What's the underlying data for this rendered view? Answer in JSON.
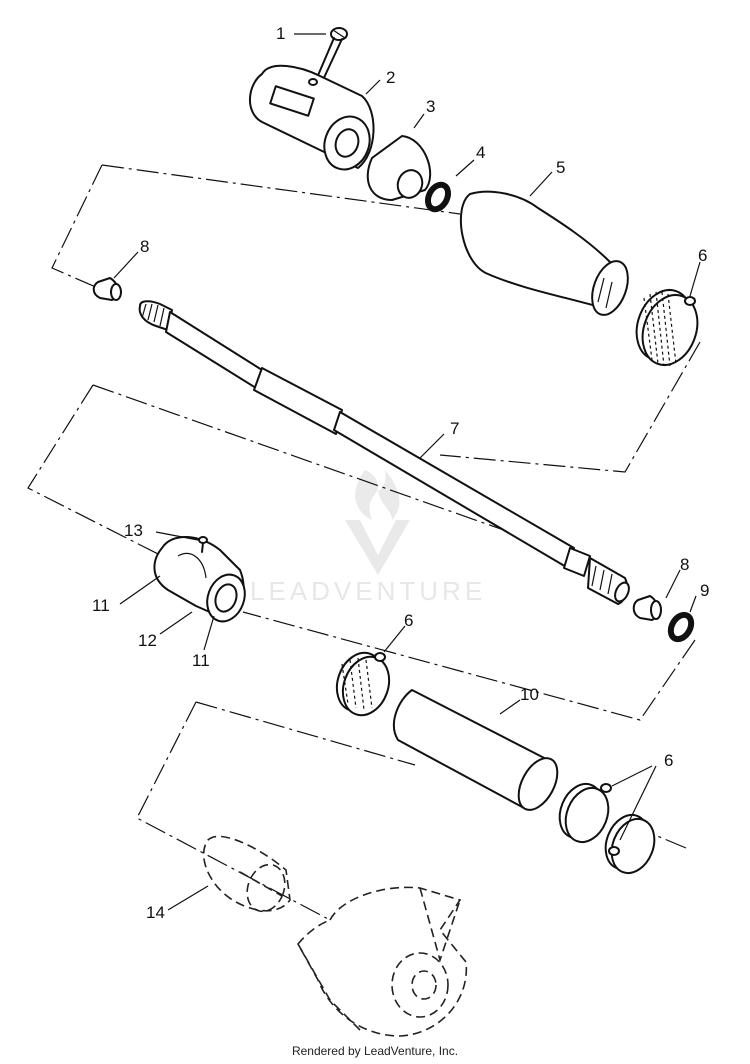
{
  "diagram": {
    "callouts": [
      {
        "id": "c1",
        "text": "1"
      },
      {
        "id": "c2",
        "text": "2"
      },
      {
        "id": "c3",
        "text": "3"
      },
      {
        "id": "c4",
        "text": "4"
      },
      {
        "id": "c5",
        "text": "5"
      },
      {
        "id": "c6a",
        "text": "6"
      },
      {
        "id": "c8a",
        "text": "8"
      },
      {
        "id": "c7",
        "text": "7"
      },
      {
        "id": "c13",
        "text": "13"
      },
      {
        "id": "c11a",
        "text": "11"
      },
      {
        "id": "c12",
        "text": "12"
      },
      {
        "id": "c11b",
        "text": "11"
      },
      {
        "id": "c6b",
        "text": "6"
      },
      {
        "id": "c8b",
        "text": "8"
      },
      {
        "id": "c9",
        "text": "9"
      },
      {
        "id": "c10",
        "text": "10"
      },
      {
        "id": "c6c",
        "text": "6"
      },
      {
        "id": "c14",
        "text": "14"
      }
    ],
    "watermark": "LEADVENTURE"
  },
  "footer": {
    "credit": "Rendered by LeadVenture, Inc."
  }
}
